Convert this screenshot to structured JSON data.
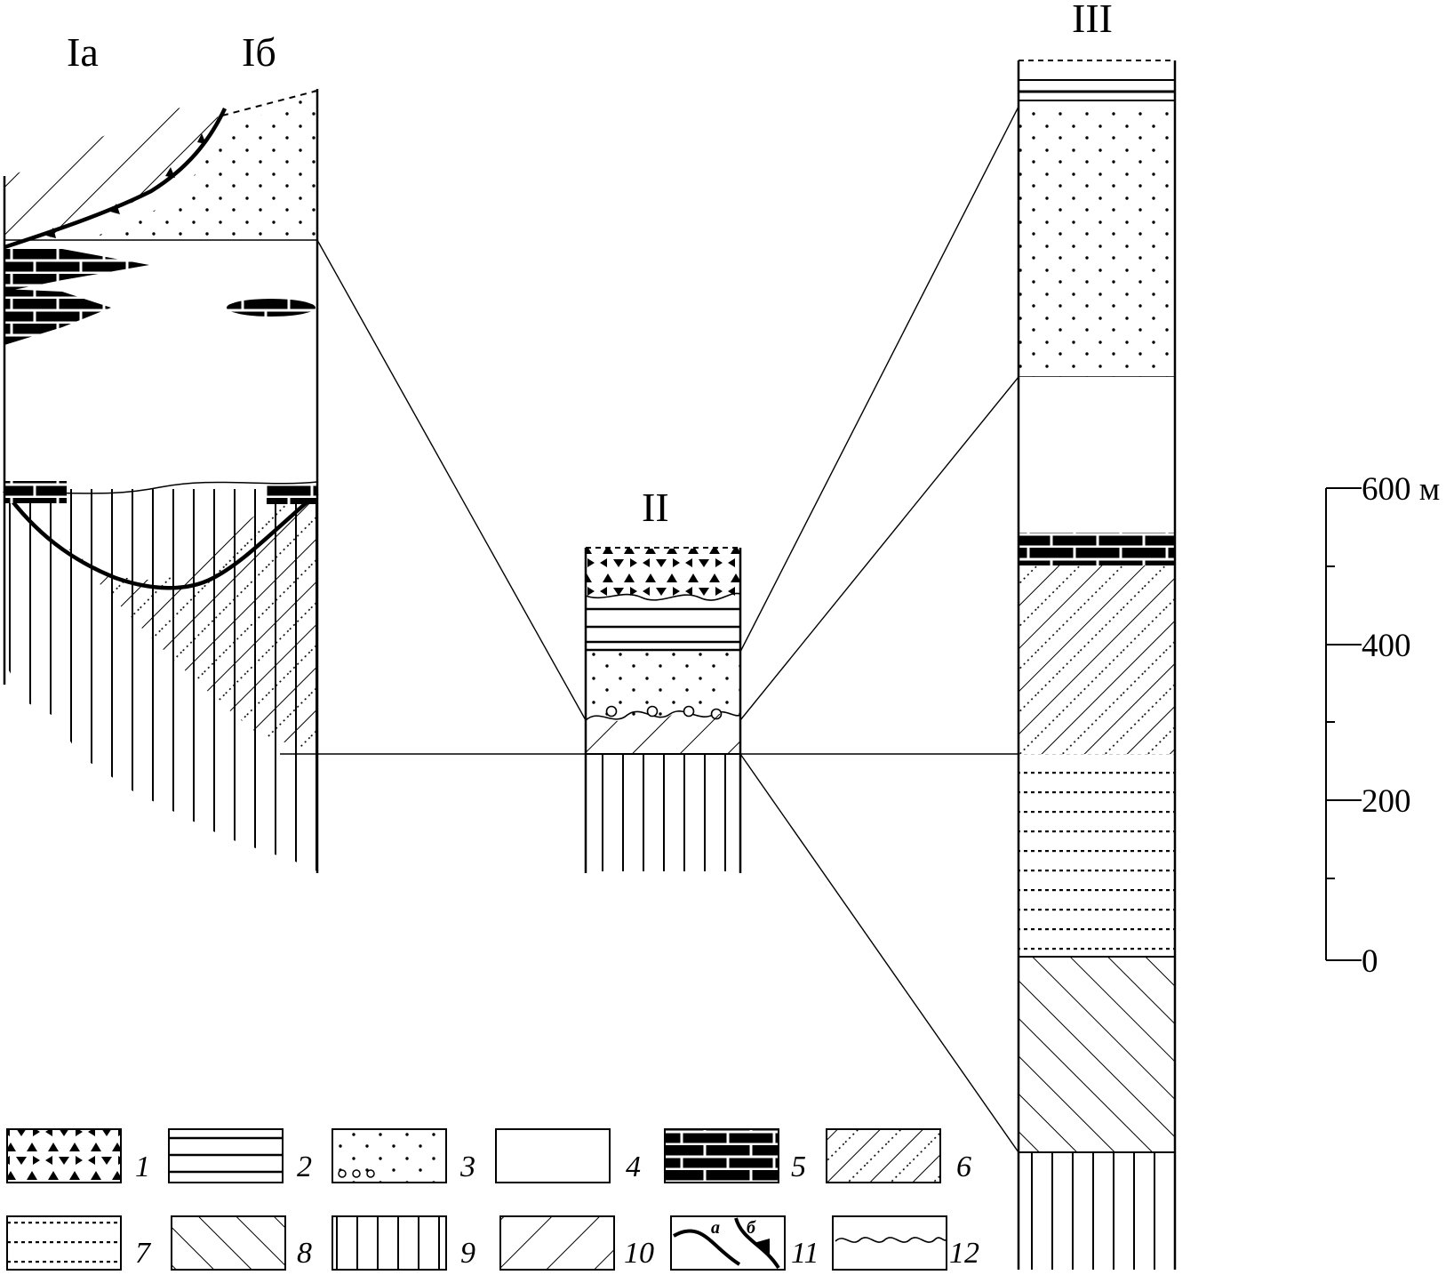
{
  "columns": {
    "col_1a": "Іа",
    "col_1b": "Іб",
    "col_2": "II",
    "col_3": "III"
  },
  "scale": {
    "ticks": [
      "600 м",
      "400",
      "200",
      "0"
    ]
  },
  "legend": {
    "items": [
      {
        "num": "1",
        "pattern": "triangles"
      },
      {
        "num": "2",
        "pattern": "horizontal-lines"
      },
      {
        "num": "3",
        "pattern": "dots-with-circles"
      },
      {
        "num": "4",
        "pattern": "blank"
      },
      {
        "num": "5",
        "pattern": "black-brick"
      },
      {
        "num": "6",
        "pattern": "diagonal-dotted"
      },
      {
        "num": "7",
        "pattern": "dotted-horizontal-lines"
      },
      {
        "num": "8",
        "pattern": "back-diagonal"
      },
      {
        "num": "9",
        "pattern": "vertical-lines"
      },
      {
        "num": "10",
        "pattern": "forward-diagonal"
      },
      {
        "num": "11",
        "pattern": "contact-lines"
      },
      {
        "num": "12",
        "pattern": "wavy-line"
      }
    ],
    "contact_a": "а",
    "contact_b": "б"
  },
  "colors": {
    "ink": "#000000",
    "paper": "#ffffff"
  }
}
